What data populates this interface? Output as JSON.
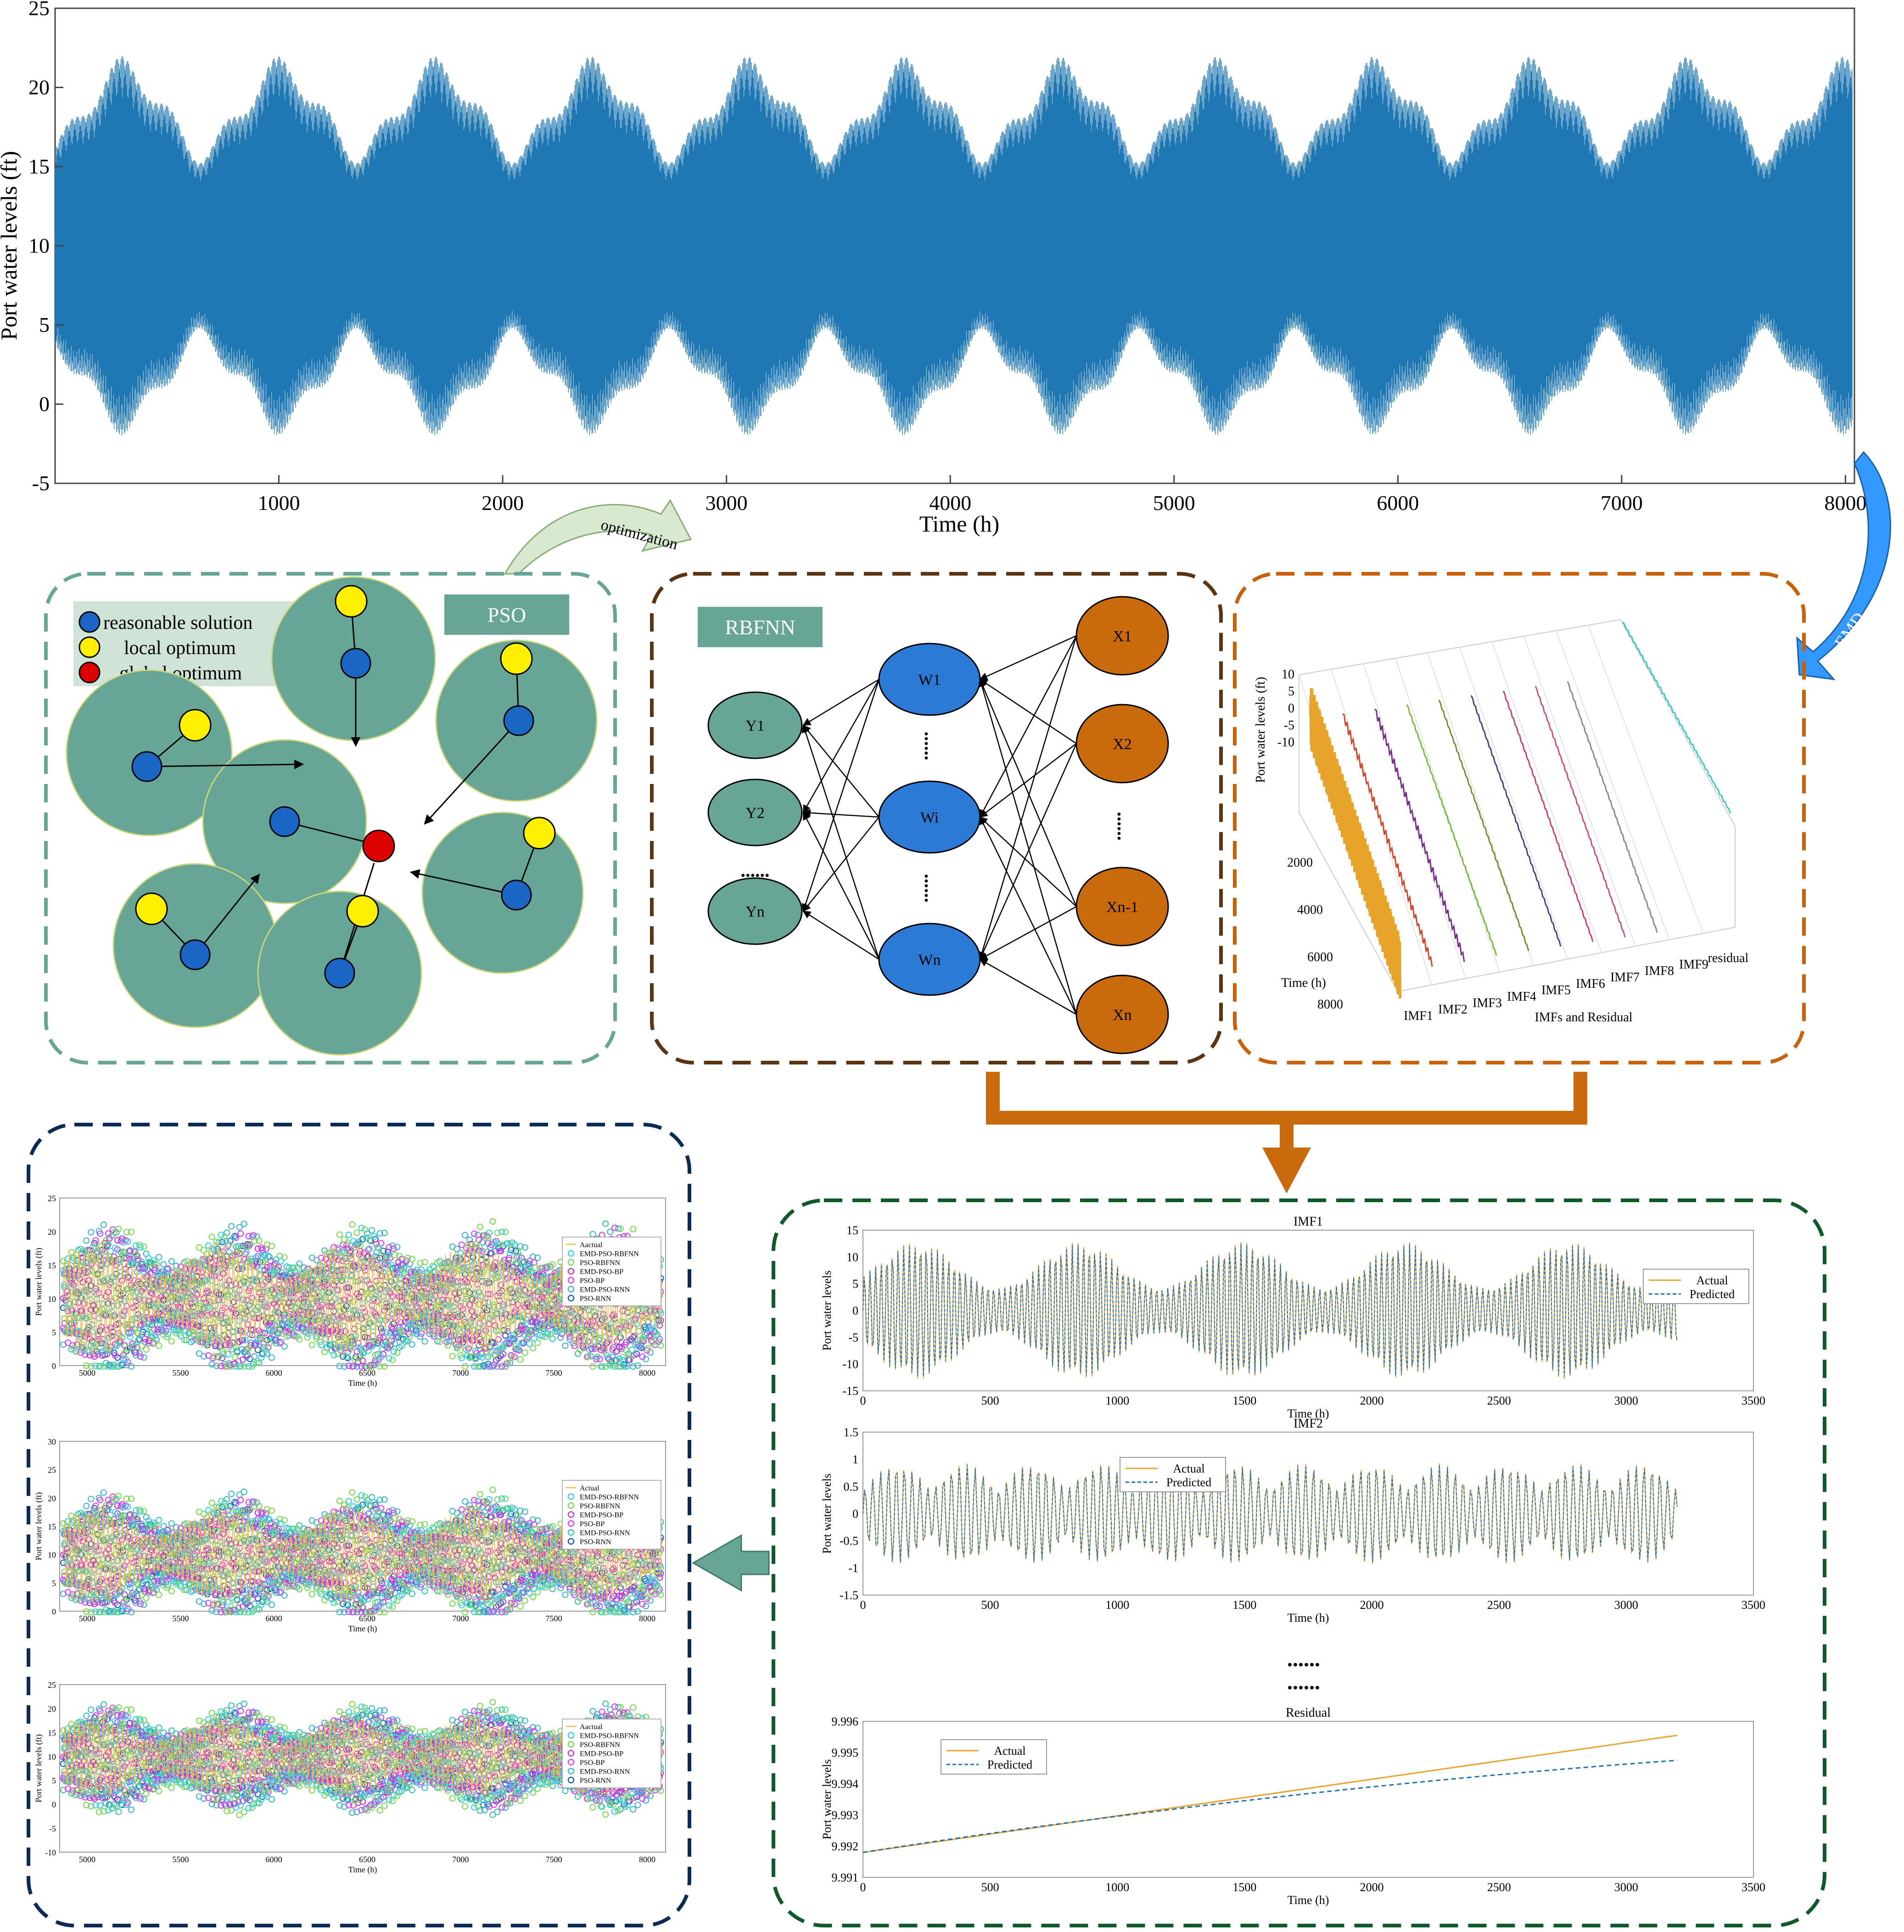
{
  "colors": {
    "series_blue": "#1f77b4",
    "pso_green": "#67a597",
    "rbf_brown": "#5b3513",
    "emd_orange": "#c8620a",
    "node_orange": "#c96a0c",
    "node_blue": "#2b7bd6",
    "navy": "#0b2b57",
    "dark_green": "#0e5a2a",
    "actual_gold": "#e8a32b",
    "predicted_blue": "#1f6fb5",
    "emd_arrow": "#3399ff",
    "opt_arrow": "#d9e9cf"
  },
  "top_chart": {
    "xlabel": "Time (h)",
    "ylabel": "Port water levels (ft)",
    "x_ticks": [
      "1000",
      "2000",
      "3000",
      "4000",
      "5000",
      "6000",
      "7000",
      "8000"
    ],
    "y_ticks": [
      "25",
      "20",
      "15",
      "10",
      "5",
      "0",
      "-5"
    ]
  },
  "arrows": {
    "optimization": "optimization",
    "emd": "EMD"
  },
  "pso": {
    "title": "PSO",
    "legend": [
      "reasonable solution",
      "local optimum",
      "global optimum"
    ]
  },
  "rbfnn": {
    "title": "RBFNN",
    "outputs": [
      "Y1",
      "Y2",
      "......",
      "Yn"
    ],
    "hidden": [
      "W1",
      "Wi",
      "Wn"
    ],
    "hidden_dots": [
      "......",
      "......"
    ],
    "inputs": [
      "X1",
      "X2",
      "Xn-1",
      "Xn"
    ],
    "input_dots": "......"
  },
  "emd3d": {
    "ylabel": "Port water levels (ft)",
    "z_ticks": [
      "10",
      "5",
      "0",
      "-5",
      "-10"
    ],
    "time_ticks": [
      "2000",
      "4000",
      "6000",
      "8000"
    ],
    "time_label": "Time (h)",
    "imf_ticks": [
      "IMF1",
      "IMF2",
      "IMF3",
      "IMF4",
      "IMF5",
      "IMF6",
      "IMF7",
      "IMF8",
      "IMF9",
      "residual"
    ],
    "axis_label": "IMFs and Residual"
  },
  "imf_panels": [
    {
      "title": "IMF1",
      "ylabel": "Port water levels",
      "xlabel": "Time (h)",
      "y_ticks": [
        "15",
        "10",
        "5",
        "0",
        "-5",
        "-10",
        "-15"
      ],
      "x_ticks": [
        "0",
        "500",
        "1000",
        "1500",
        "2000",
        "2500",
        "3000",
        "3500"
      ],
      "legend": [
        "Actual",
        "Predicted"
      ]
    },
    {
      "title": "IMF2",
      "ylabel": "Port water levels",
      "xlabel": "Time (h)",
      "y_ticks": [
        "1.5",
        "1",
        "0.5",
        "0",
        "-0.5",
        "-1",
        "-1.5"
      ],
      "x_ticks": [
        "0",
        "500",
        "1000",
        "1500",
        "2000",
        "2500",
        "3000",
        "3500"
      ],
      "legend": [
        "Actual",
        "Predicted"
      ]
    },
    {
      "title": "Residual",
      "ylabel": "Port water levels",
      "xlabel": "Time (h)",
      "y_ticks": [
        "9.996",
        "9.995",
        "9.994",
        "9.993",
        "9.992",
        "9.991"
      ],
      "x_ticks": [
        "0",
        "500",
        "1000",
        "1500",
        "2000",
        "2500",
        "3000",
        "3500"
      ],
      "legend": [
        "Actual",
        "Predicted"
      ]
    }
  ],
  "imf_dots": [
    "......",
    "......"
  ],
  "comparison_panels": [
    {
      "ylabel": "Port water levels (ft)",
      "xlabel": "Time (h)",
      "y_ticks": [
        "25",
        "20",
        "15",
        "10",
        "5",
        "0"
      ],
      "x_ticks": [
        "5000",
        "5500",
        "6000",
        "6500",
        "7000",
        "7500",
        "8000"
      ],
      "legend": [
        "Aactual",
        "EMD-PSO-RBFNN",
        "PSO-RBFNN",
        "EMD-PSO-BP",
        "PSO-BP",
        "EMD-PSO-RNN",
        "PSO-RNN"
      ]
    },
    {
      "ylabel": "Port water levels (ft)",
      "xlabel": "Time (h)",
      "y_ticks": [
        "30",
        "25",
        "20",
        "15",
        "10",
        "5",
        "0"
      ],
      "x_ticks": [
        "5000",
        "5500",
        "6000",
        "6500",
        "7000",
        "7500",
        "8000"
      ],
      "legend": [
        "Actual",
        "EMD-PSO-RBFNN",
        "PSO-RBFNN",
        "EMD-PSO-BP",
        "PSO-BP",
        "EMD-PSO-RNN",
        "PSO-RNN"
      ]
    },
    {
      "ylabel": "Port water levels (ft)",
      "xlabel": "Time (h)",
      "y_ticks": [
        "25",
        "20",
        "15",
        "10",
        "5",
        "0",
        "-5",
        "-10"
      ],
      "x_ticks": [
        "5000",
        "5500",
        "6000",
        "6500",
        "7000",
        "7500",
        "8000"
      ],
      "legend": [
        "Aactual",
        "EMD-PSO-RBFNN",
        "PSO-RBFNN",
        "EMD-PSO-BP",
        "PSO-BP",
        "EMD-PSO-RNN",
        "PSO-RNN"
      ]
    }
  ]
}
